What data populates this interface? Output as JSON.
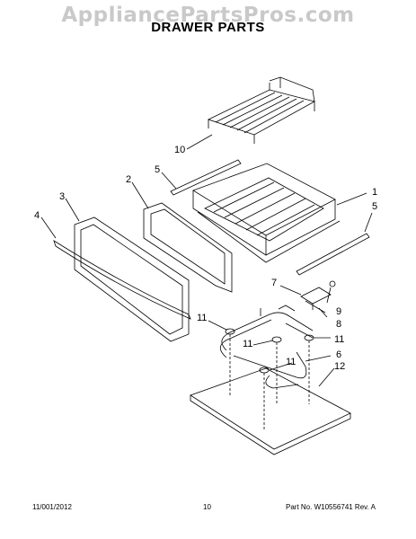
{
  "watermark": "AppliancePartsPros.com",
  "title": "DRAWER PARTS",
  "callouts": {
    "c1": "1",
    "c2": "2",
    "c3": "3",
    "c4": "4",
    "c5a": "5",
    "c5b": "5",
    "c6": "6",
    "c7": "7",
    "c8": "8",
    "c9": "9",
    "c10": "10",
    "c11a": "11",
    "c11b": "11",
    "c11c": "11",
    "c11d": "11",
    "c12": "12"
  },
  "footer": {
    "date": "11/001/2012",
    "page": "10",
    "part_rev": "Part No. W10556741  Rev. A"
  }
}
